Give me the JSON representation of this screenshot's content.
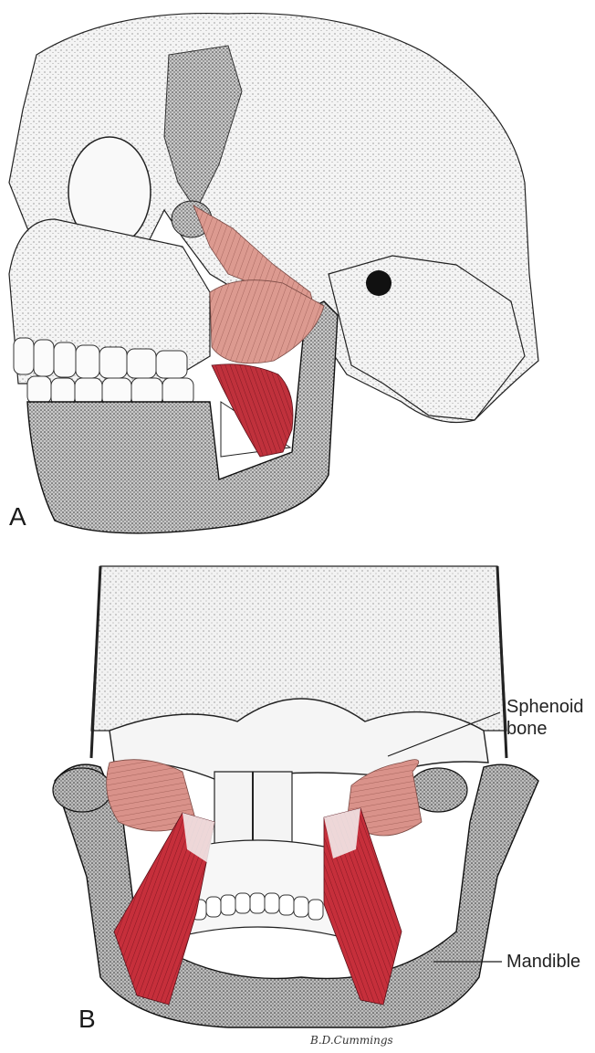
{
  "figure": {
    "panels": [
      {
        "id": "A",
        "label": "A",
        "view": "lateral view of skull with zygomatic arch and part of mandible removed",
        "structures": [
          "skull",
          "orbit",
          "maxilla",
          "teeth",
          "mandible",
          "temporal bone",
          "lateral pterygoid muscle (upper head)",
          "lateral pterygoid muscle (lower head)",
          "medial pterygoid muscle"
        ]
      },
      {
        "id": "B",
        "label": "B",
        "view": "posterior/coronal view of skull showing pterygoid muscles",
        "structures": [
          "cranium",
          "sphenoid bone",
          "nasal cavity",
          "maxillary teeth",
          "mandible",
          "lateral pterygoid muscles",
          "medial pterygoid muscles"
        ]
      }
    ],
    "annotations": [
      {
        "text_line1": "Sphenoid",
        "text_line2": "bone",
        "target": "sphenoid bone"
      },
      {
        "text": "Mandible",
        "target": "mandible ramus"
      }
    ],
    "signature": "B.D.Cummings",
    "colors": {
      "lateral_pterygoid": "#d9928a",
      "medial_pterygoid": "#c0313c",
      "bone_fill": "#f2f2f2",
      "bone_stipple": "#5a5a5a",
      "line": "#1a1a1a"
    }
  }
}
